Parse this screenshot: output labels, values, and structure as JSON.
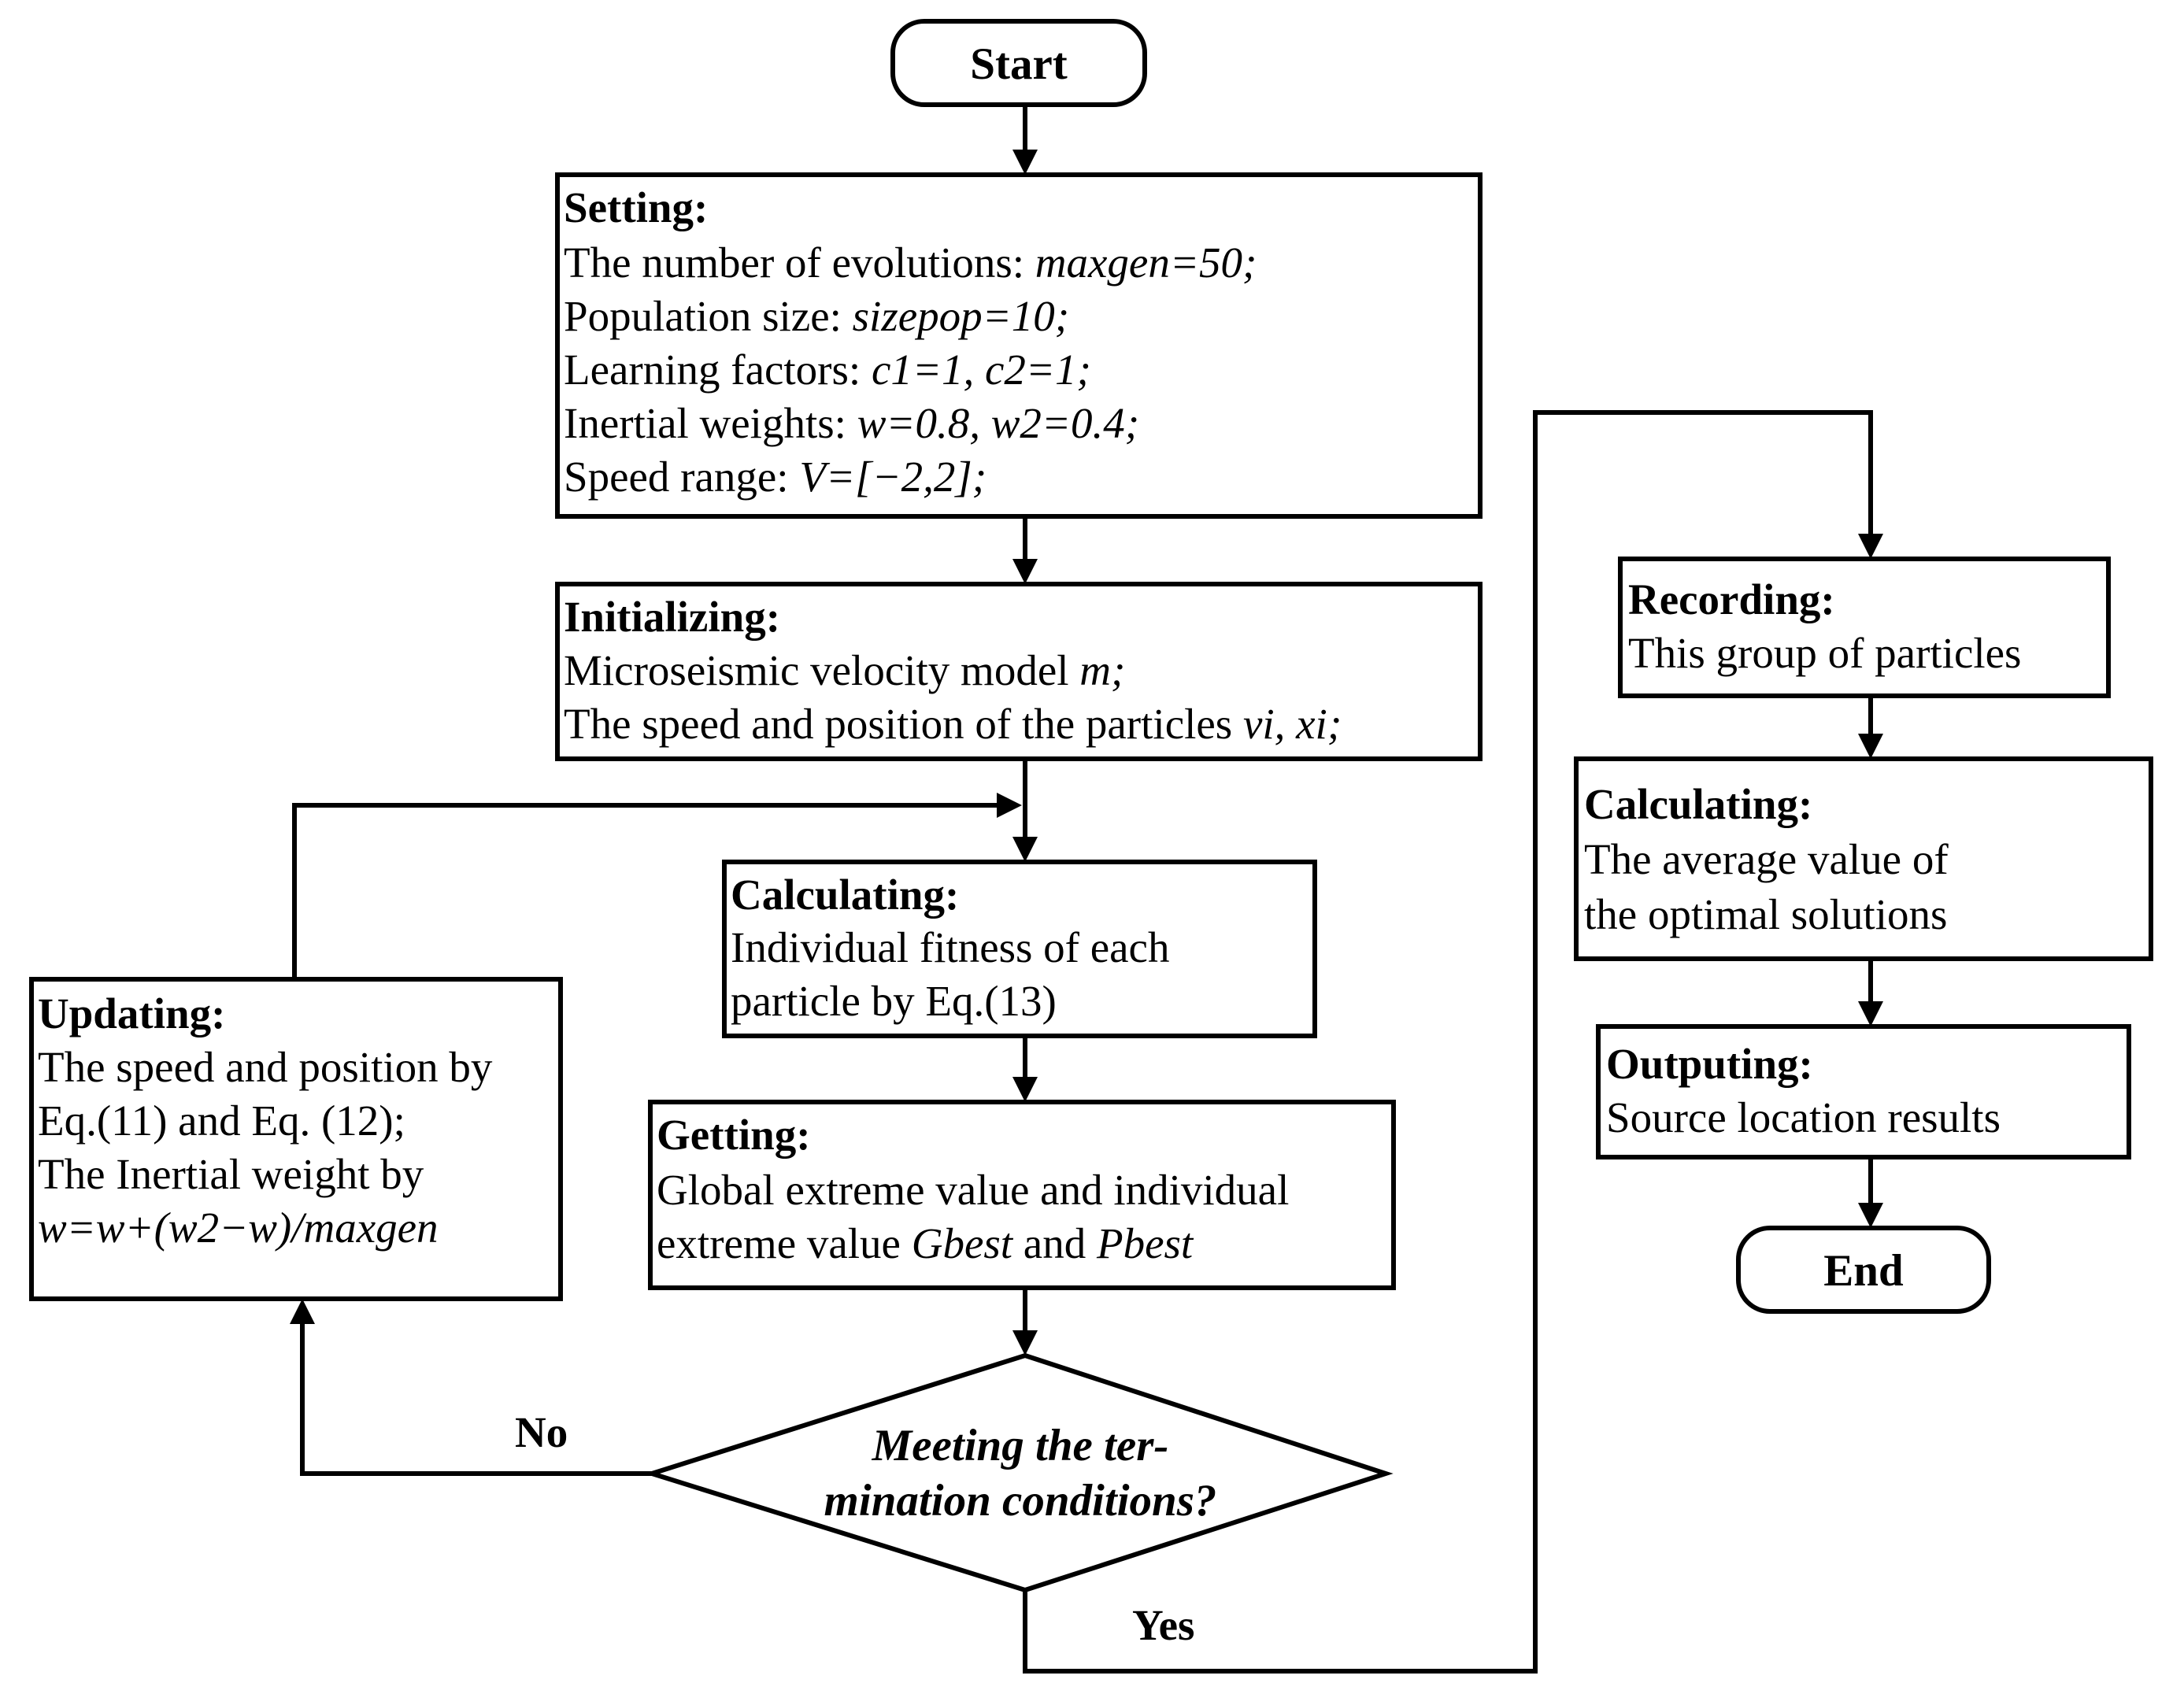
{
  "start": {
    "label": "Start"
  },
  "end": {
    "label": "End"
  },
  "setting": {
    "heading": "Setting:",
    "line1": {
      "text": "The number of evolutions: ",
      "value": "maxgen=50;"
    },
    "line2": {
      "text": "Population size: ",
      "value": "sizepop=10;"
    },
    "line3": {
      "text": "Learning factors: ",
      "value": "c1=1, c2=1;"
    },
    "line4": {
      "text": "Inertial weights: ",
      "value": "w=0.8, w2=0.4;"
    },
    "line5": {
      "text": "Speed range: ",
      "value": "V=[−2,2];"
    }
  },
  "initializing": {
    "heading": "Initializing:",
    "line1": {
      "text": "Microseismic velocity model ",
      "value": "m;"
    },
    "line2": {
      "text": "The speed and position of the particles  ",
      "value": "vi, xi;"
    }
  },
  "calculating_fitness": {
    "heading": "Calculating:",
    "line1": "Individual fitness of each",
    "line2": "particle  by Eq.(13)"
  },
  "getting": {
    "heading": "Getting:",
    "line1": "Global extreme value and individual",
    "line2": {
      "text": "extreme value ",
      "gbest": "Gbest",
      "and": " and ",
      "pbest": "Pbest"
    }
  },
  "updating": {
    "heading": "Updating:",
    "line1": "The speed and position by",
    "line2": "Eq.(11) and  Eq. (12);",
    "line3": "The Inertial weight by",
    "line4": "w=w+(w2−w)/maxgen"
  },
  "decision": {
    "line1": "Meeting the ter-",
    "line2": "mination conditions?",
    "no_label": "No",
    "yes_label": "Yes"
  },
  "recording": {
    "heading": "Recording:",
    "line1": "This group of particles"
  },
  "calculating_average": {
    "heading": "Calculating:",
    "line1": "The average value of",
    "line2": "the optimal solutions"
  },
  "outputing": {
    "heading": "Outputing:",
    "line1": "Source location results"
  }
}
